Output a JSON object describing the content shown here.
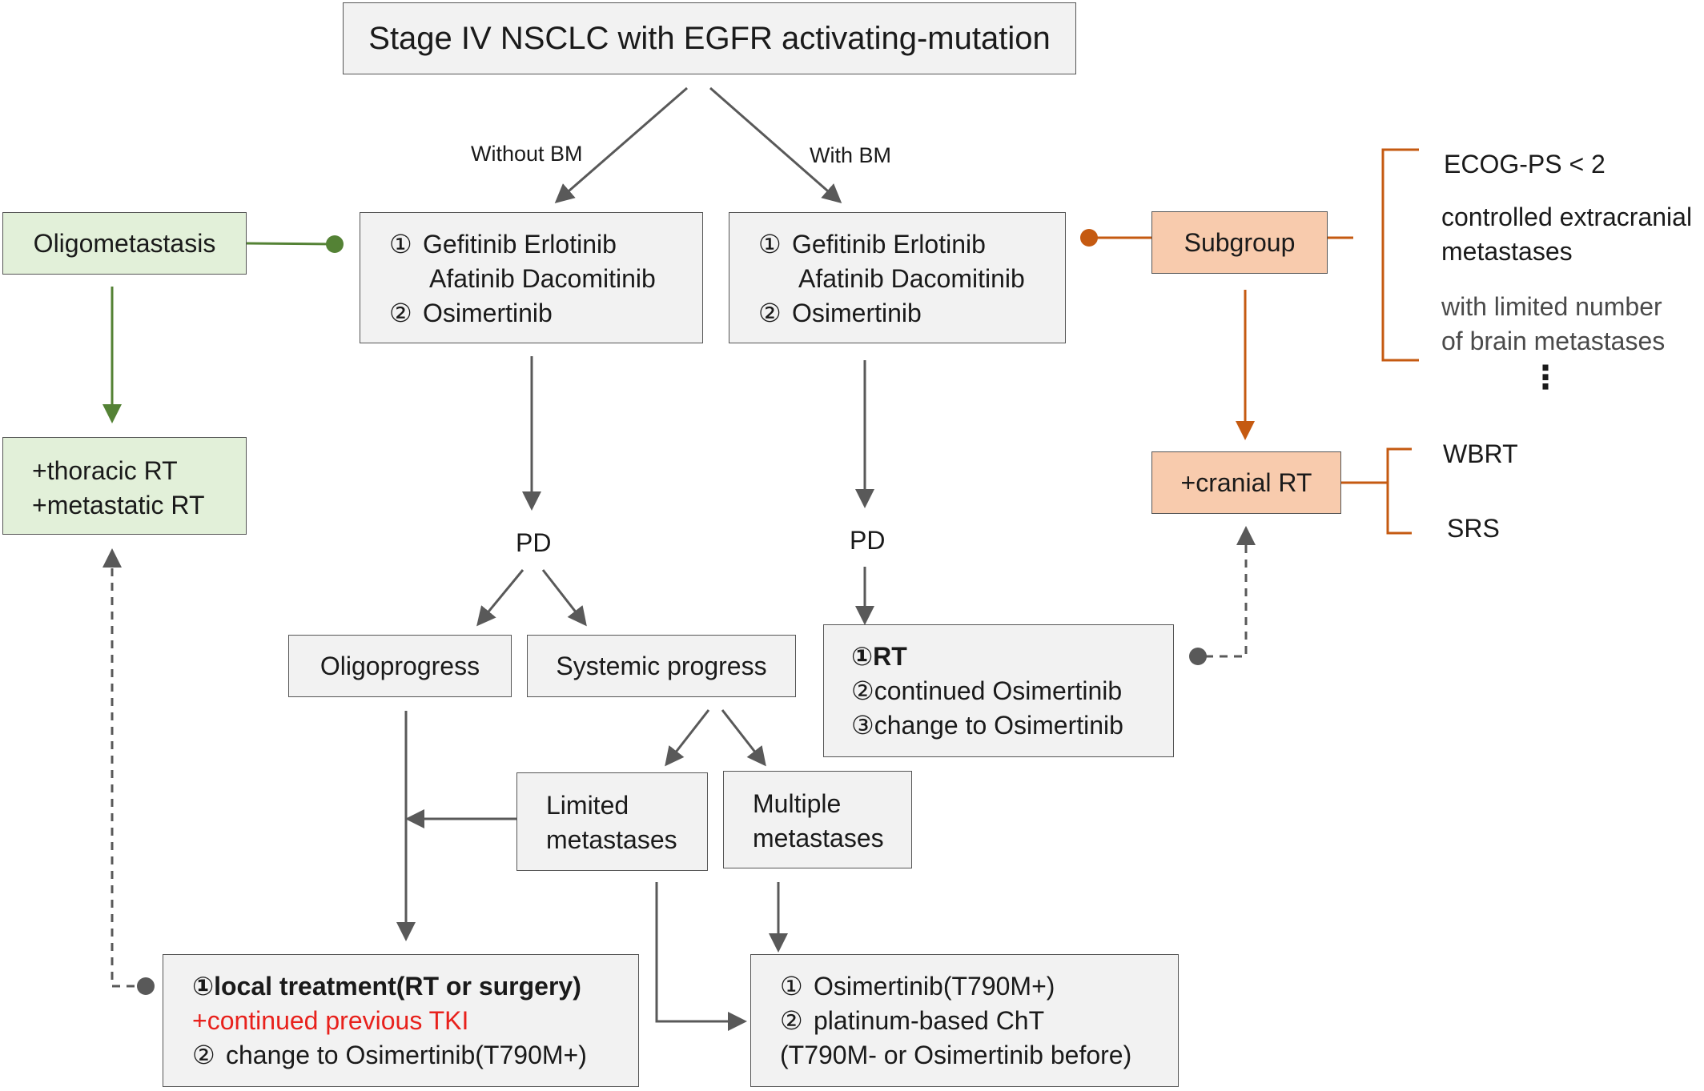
{
  "title": "Stage IV NSCLC with EGFR activating-mutation",
  "edge_labels": {
    "without_bm": "Without BM",
    "with_bm": "With BM"
  },
  "oligometastasis": {
    "label": "Oligometastasis",
    "treatment": [
      "+thoracic RT",
      "+metastatic RT"
    ]
  },
  "tki_without_bm": {
    "line1": [
      "①",
      "Gefitinib Erlotinib"
    ],
    "line2": "Afatinib Dacomitinib",
    "line3": [
      "②",
      "Osimertinib"
    ]
  },
  "tki_with_bm": {
    "line1": [
      "①",
      "Gefitinib Erlotinib"
    ],
    "line2": "Afatinib Dacomitinib",
    "line3": [
      "②",
      "Osimertinib"
    ]
  },
  "pd_left": "PD",
  "pd_right": "PD",
  "oligoprogress": "Oligoprogress",
  "systemic_progress": "Systemic progress",
  "limited_metastases": [
    "Limited",
    "metastases"
  ],
  "multiple_metastases": [
    "Multiple",
    "metastases"
  ],
  "local_treatment": {
    "line1": [
      "①",
      "local treatment(RT or surgery)"
    ],
    "line2": "+continued previous TKI",
    "line3": [
      "②",
      "change to Osimertinib(T790M+)"
    ]
  },
  "systemic_treatment": {
    "line1": [
      "①",
      "Osimertinib(T790M+)"
    ],
    "line2": [
      "②",
      "platinum-based ChT"
    ],
    "line3": "(T790M- or Osimertinib before)"
  },
  "bm_treatment": {
    "line1": [
      "①",
      "RT"
    ],
    "line2": [
      "②",
      "continued Osimertinib"
    ],
    "line3": [
      "③",
      "change to Osimertinib"
    ]
  },
  "subgroup": {
    "label": "Subgroup",
    "criteria": [
      [
        "ECOG-PS < 2"
      ],
      [
        "controlled extracranial",
        "metastases"
      ],
      [
        "with limited number",
        "of brain metastases"
      ]
    ],
    "more": "⋮"
  },
  "cranial_rt": {
    "label": "+cranial RT",
    "options": [
      "WBRT",
      "SRS"
    ]
  },
  "colors": {
    "green_fill": "#e2f0d9",
    "green_line": "#548235",
    "orange_fill": "#f8cbad",
    "orange_line": "#c55a11",
    "gray_box": "#f2f2f2",
    "arrow": "#595959",
    "red_text": "#e8211c"
  }
}
